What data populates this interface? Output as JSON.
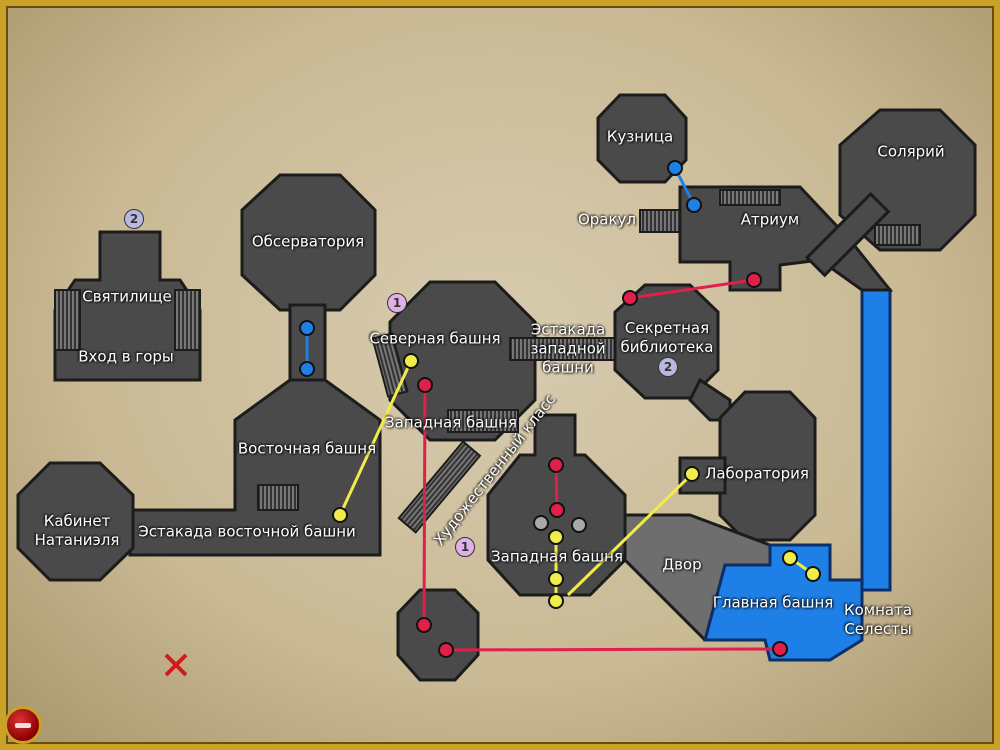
{
  "rooms": {
    "sanctuary": "Святилище",
    "mountain_entrance": "Вход в горы",
    "observatory": "Обсерватория",
    "east_tower": "Восточная башня",
    "nathaniel_study": "Кабинет Натаниэля",
    "east_tower_overpass": "Эстакада восточной башни",
    "north_tower": "Северная башня",
    "west_tower_upper": "Западная башня",
    "west_tower_overpass": "Эстакада западной башни",
    "secret_library": "Секретная библиотека",
    "art_class": "Художественный класс",
    "laboratory": "Лаборатория",
    "west_tower": "Западная башня",
    "courtyard": "Двор",
    "main_tower": "Главная башня",
    "selesta_room": "Комната Селесты",
    "forge": "Кузница",
    "oracle": "Оракул",
    "atrium": "Атриум",
    "solarium": "Солярий"
  },
  "badges": {
    "sanctuary_level": "2",
    "north_tower_level": "1",
    "library_level": "2",
    "art_class_level": "1"
  },
  "colors": {
    "blue_link": "#1e7fe6",
    "red_link": "#e0204a",
    "yellow_link": "#f0ec4a",
    "gray_marker": "#a8a8a8",
    "water": "#1e7fe6",
    "frame": "#c9a227",
    "current_position": "#d11a1a"
  },
  "icons": {
    "current_position": "x-mark-icon",
    "zoom_out": "minus-icon"
  }
}
